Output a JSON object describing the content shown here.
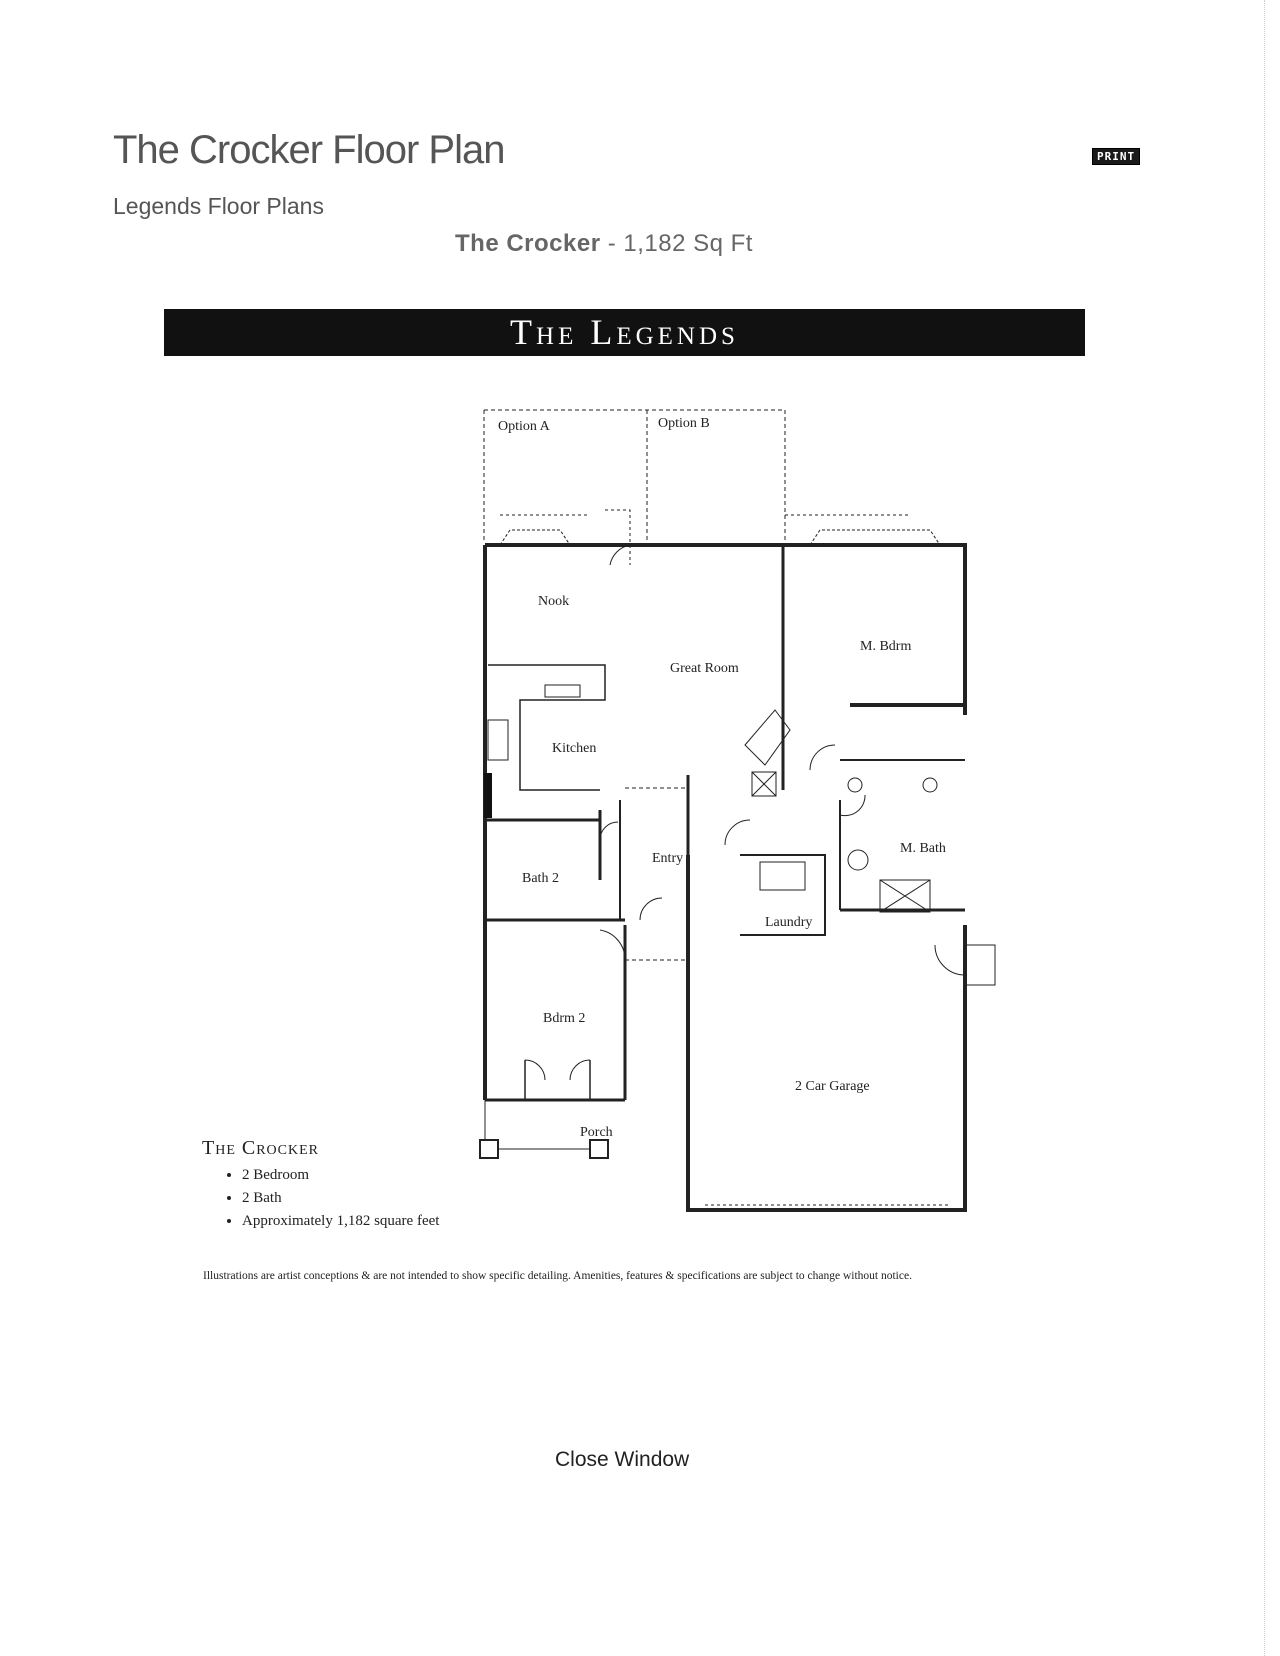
{
  "page": {
    "title": "The Crocker Floor Plan",
    "subtitle": "Legends Floor Plans",
    "plan_heading_name": "The Crocker",
    "plan_heading_size": " - 1,182 Sq Ft",
    "print_label": "PRINT",
    "close_label": "Close Window"
  },
  "banner": {
    "text": "The Legends"
  },
  "floorplan": {
    "rooms": {
      "option_a": "Option A",
      "option_b": "Option B",
      "nook": "Nook",
      "great_room": "Great Room",
      "m_bdrm": "M. Bdrm",
      "kitchen": "Kitchen",
      "entry": "Entry",
      "bath2": "Bath 2",
      "m_bath": "M. Bath",
      "laundry": "Laundry",
      "bdrm2": "Bdrm 2",
      "garage": "2 Car Garage",
      "porch": "Porch"
    }
  },
  "legend": {
    "title": "The Crocker",
    "items": [
      "2 Bedroom",
      "2 Bath",
      "Approximately 1,182 square feet"
    ]
  },
  "disclaimer": "Illustrations are artist conceptions & are not intended to show specific detailing. Amenities, features & specifications are subject to change without notice."
}
